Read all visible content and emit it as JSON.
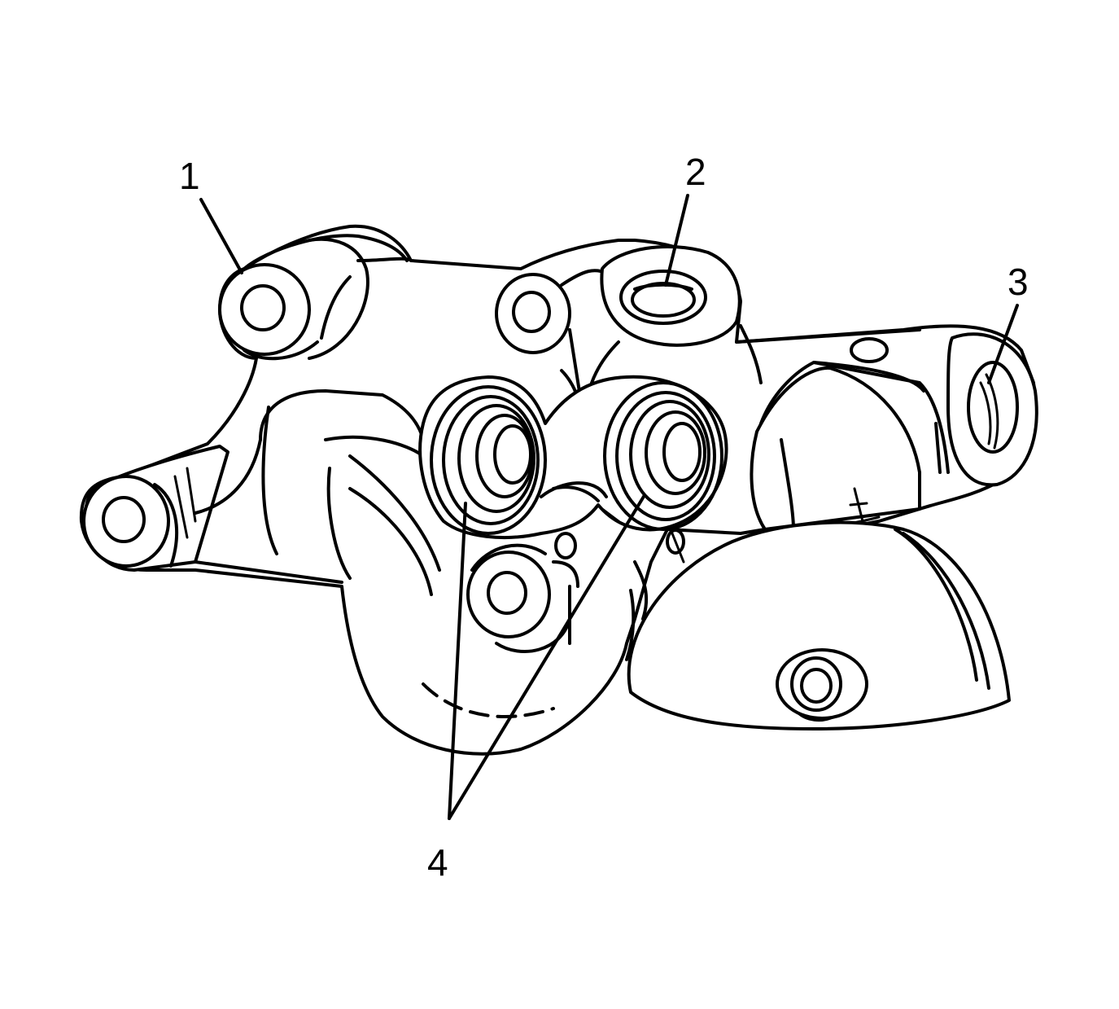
{
  "diagram": {
    "callouts": [
      {
        "id": "1",
        "label": "1"
      },
      {
        "id": "2",
        "label": "2"
      },
      {
        "id": "3",
        "label": "3"
      },
      {
        "id": "4",
        "label": "4"
      }
    ]
  },
  "colors": {
    "line": "#000000",
    "background": "#ffffff"
  }
}
